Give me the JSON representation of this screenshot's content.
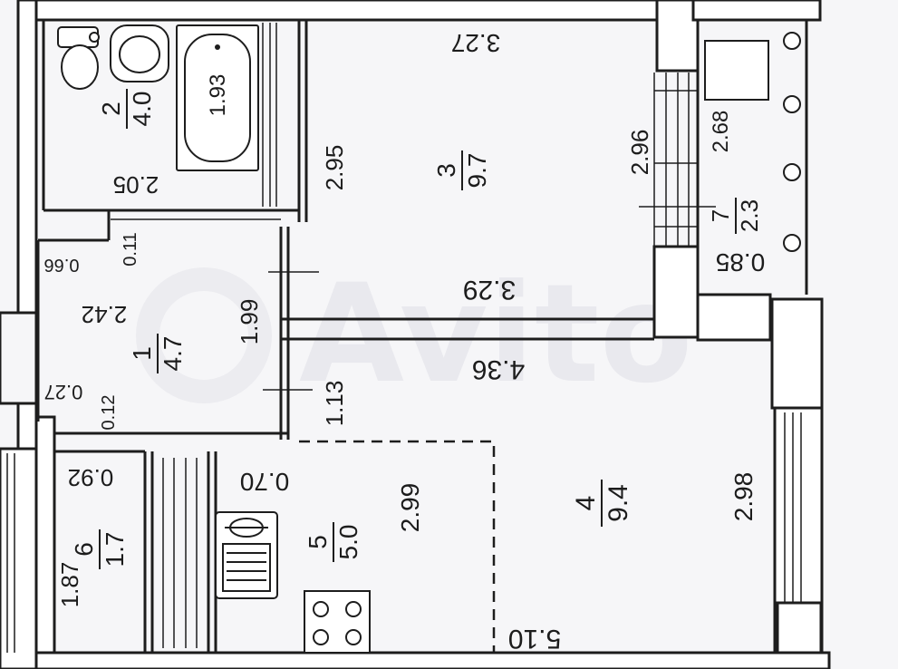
{
  "watermark": "Avito",
  "rooms": [
    {
      "id": "1",
      "number": "1",
      "area": "4.7"
    },
    {
      "id": "2",
      "number": "2",
      "area": "4.0"
    },
    {
      "id": "3",
      "number": "3",
      "area": "9.7"
    },
    {
      "id": "4",
      "number": "4",
      "area": "9.4"
    },
    {
      "id": "5",
      "number": "5",
      "area": "5.0"
    },
    {
      "id": "6",
      "number": "6",
      "area": "1.7"
    },
    {
      "id": "7",
      "number": "7",
      "area": "2.3"
    }
  ],
  "fixtures": {
    "bathtub_label": "1.93"
  },
  "dimensions": {
    "d_3_27": "3.27",
    "d_2_95": "2.95",
    "d_2_96": "2.96",
    "d_2_68": "2.68",
    "d_2_05": "2.05",
    "d_0_11": "0.11",
    "d_0_66": "0.66",
    "d_2_42": "2.42",
    "d_1_99": "1.99",
    "d_3_29": "3.29",
    "d_0_85": "0.85",
    "d_0_27": "0.27",
    "d_0_12": "0.12",
    "d_1_13": "1.13",
    "d_4_36": "4.36",
    "d_0_92": "0.92",
    "d_0_70": "0.70",
    "d_2_99": "2.99",
    "d_2_98": "2.98",
    "d_1_87": "1.87",
    "d_5_10": "5.10"
  }
}
